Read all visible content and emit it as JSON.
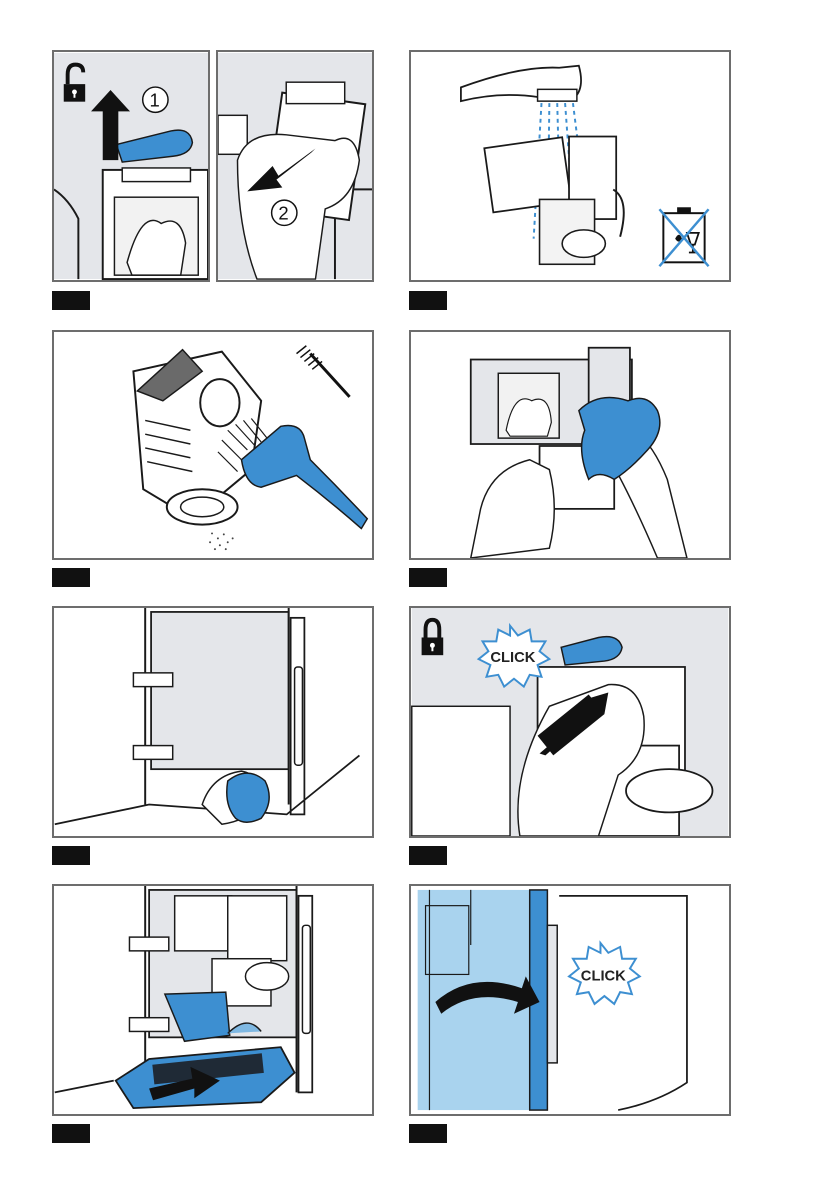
{
  "colors": {
    "accent_blue": "#3d8fd1",
    "light_blue": "#a9d3ee",
    "panel_grey": "#e4e6ea",
    "outline": "#1a1a1a",
    "frame": "#6d6d6d"
  },
  "steps": [
    {
      "icon": "unlock-icon",
      "markers": [
        "1",
        "2"
      ]
    },
    {
      "icon": "no-dishwasher-icon"
    },
    {
      "icon": "brush-icon"
    },
    {
      "icon": "cloth-icon"
    },
    {
      "icon": "cloth-icon"
    },
    {
      "icon": "lock-icon",
      "click": "CLICK"
    },
    {
      "icon": "arrow-icon"
    },
    {
      "icon": "door-icon",
      "click": "CLICK"
    }
  ]
}
